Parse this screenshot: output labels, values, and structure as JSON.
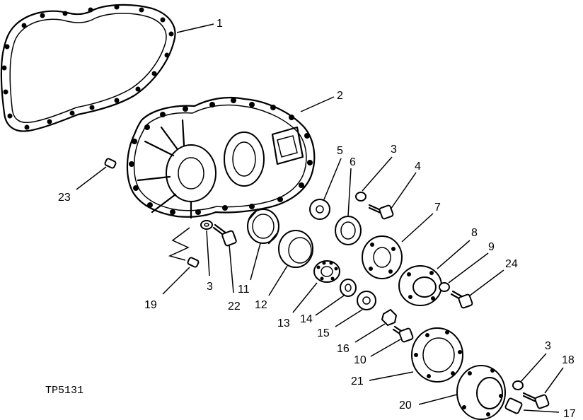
{
  "figure_code": "TP5131",
  "callouts": [
    {
      "id": "c1",
      "text": "1"
    },
    {
      "id": "c2",
      "text": "2"
    },
    {
      "id": "c3a",
      "text": "3"
    },
    {
      "id": "c4",
      "text": "4"
    },
    {
      "id": "c5",
      "text": "5"
    },
    {
      "id": "c6",
      "text": "6"
    },
    {
      "id": "c7",
      "text": "7"
    },
    {
      "id": "c8",
      "text": "8"
    },
    {
      "id": "c9",
      "text": "9"
    },
    {
      "id": "c24",
      "text": "24"
    },
    {
      "id": "c23",
      "text": "23"
    },
    {
      "id": "c3b",
      "text": "3"
    },
    {
      "id": "c22",
      "text": "22"
    },
    {
      "id": "c11",
      "text": "11"
    },
    {
      "id": "c12",
      "text": "12"
    },
    {
      "id": "c19",
      "text": "19"
    },
    {
      "id": "c13",
      "text": "13"
    },
    {
      "id": "c14",
      "text": "14"
    },
    {
      "id": "c15",
      "text": "15"
    },
    {
      "id": "c16",
      "text": "16"
    },
    {
      "id": "c10",
      "text": "10"
    },
    {
      "id": "c3c",
      "text": "3"
    },
    {
      "id": "c18",
      "text": "18"
    },
    {
      "id": "c21",
      "text": "21"
    },
    {
      "id": "c20",
      "text": "20"
    },
    {
      "id": "c17",
      "text": "17"
    }
  ]
}
